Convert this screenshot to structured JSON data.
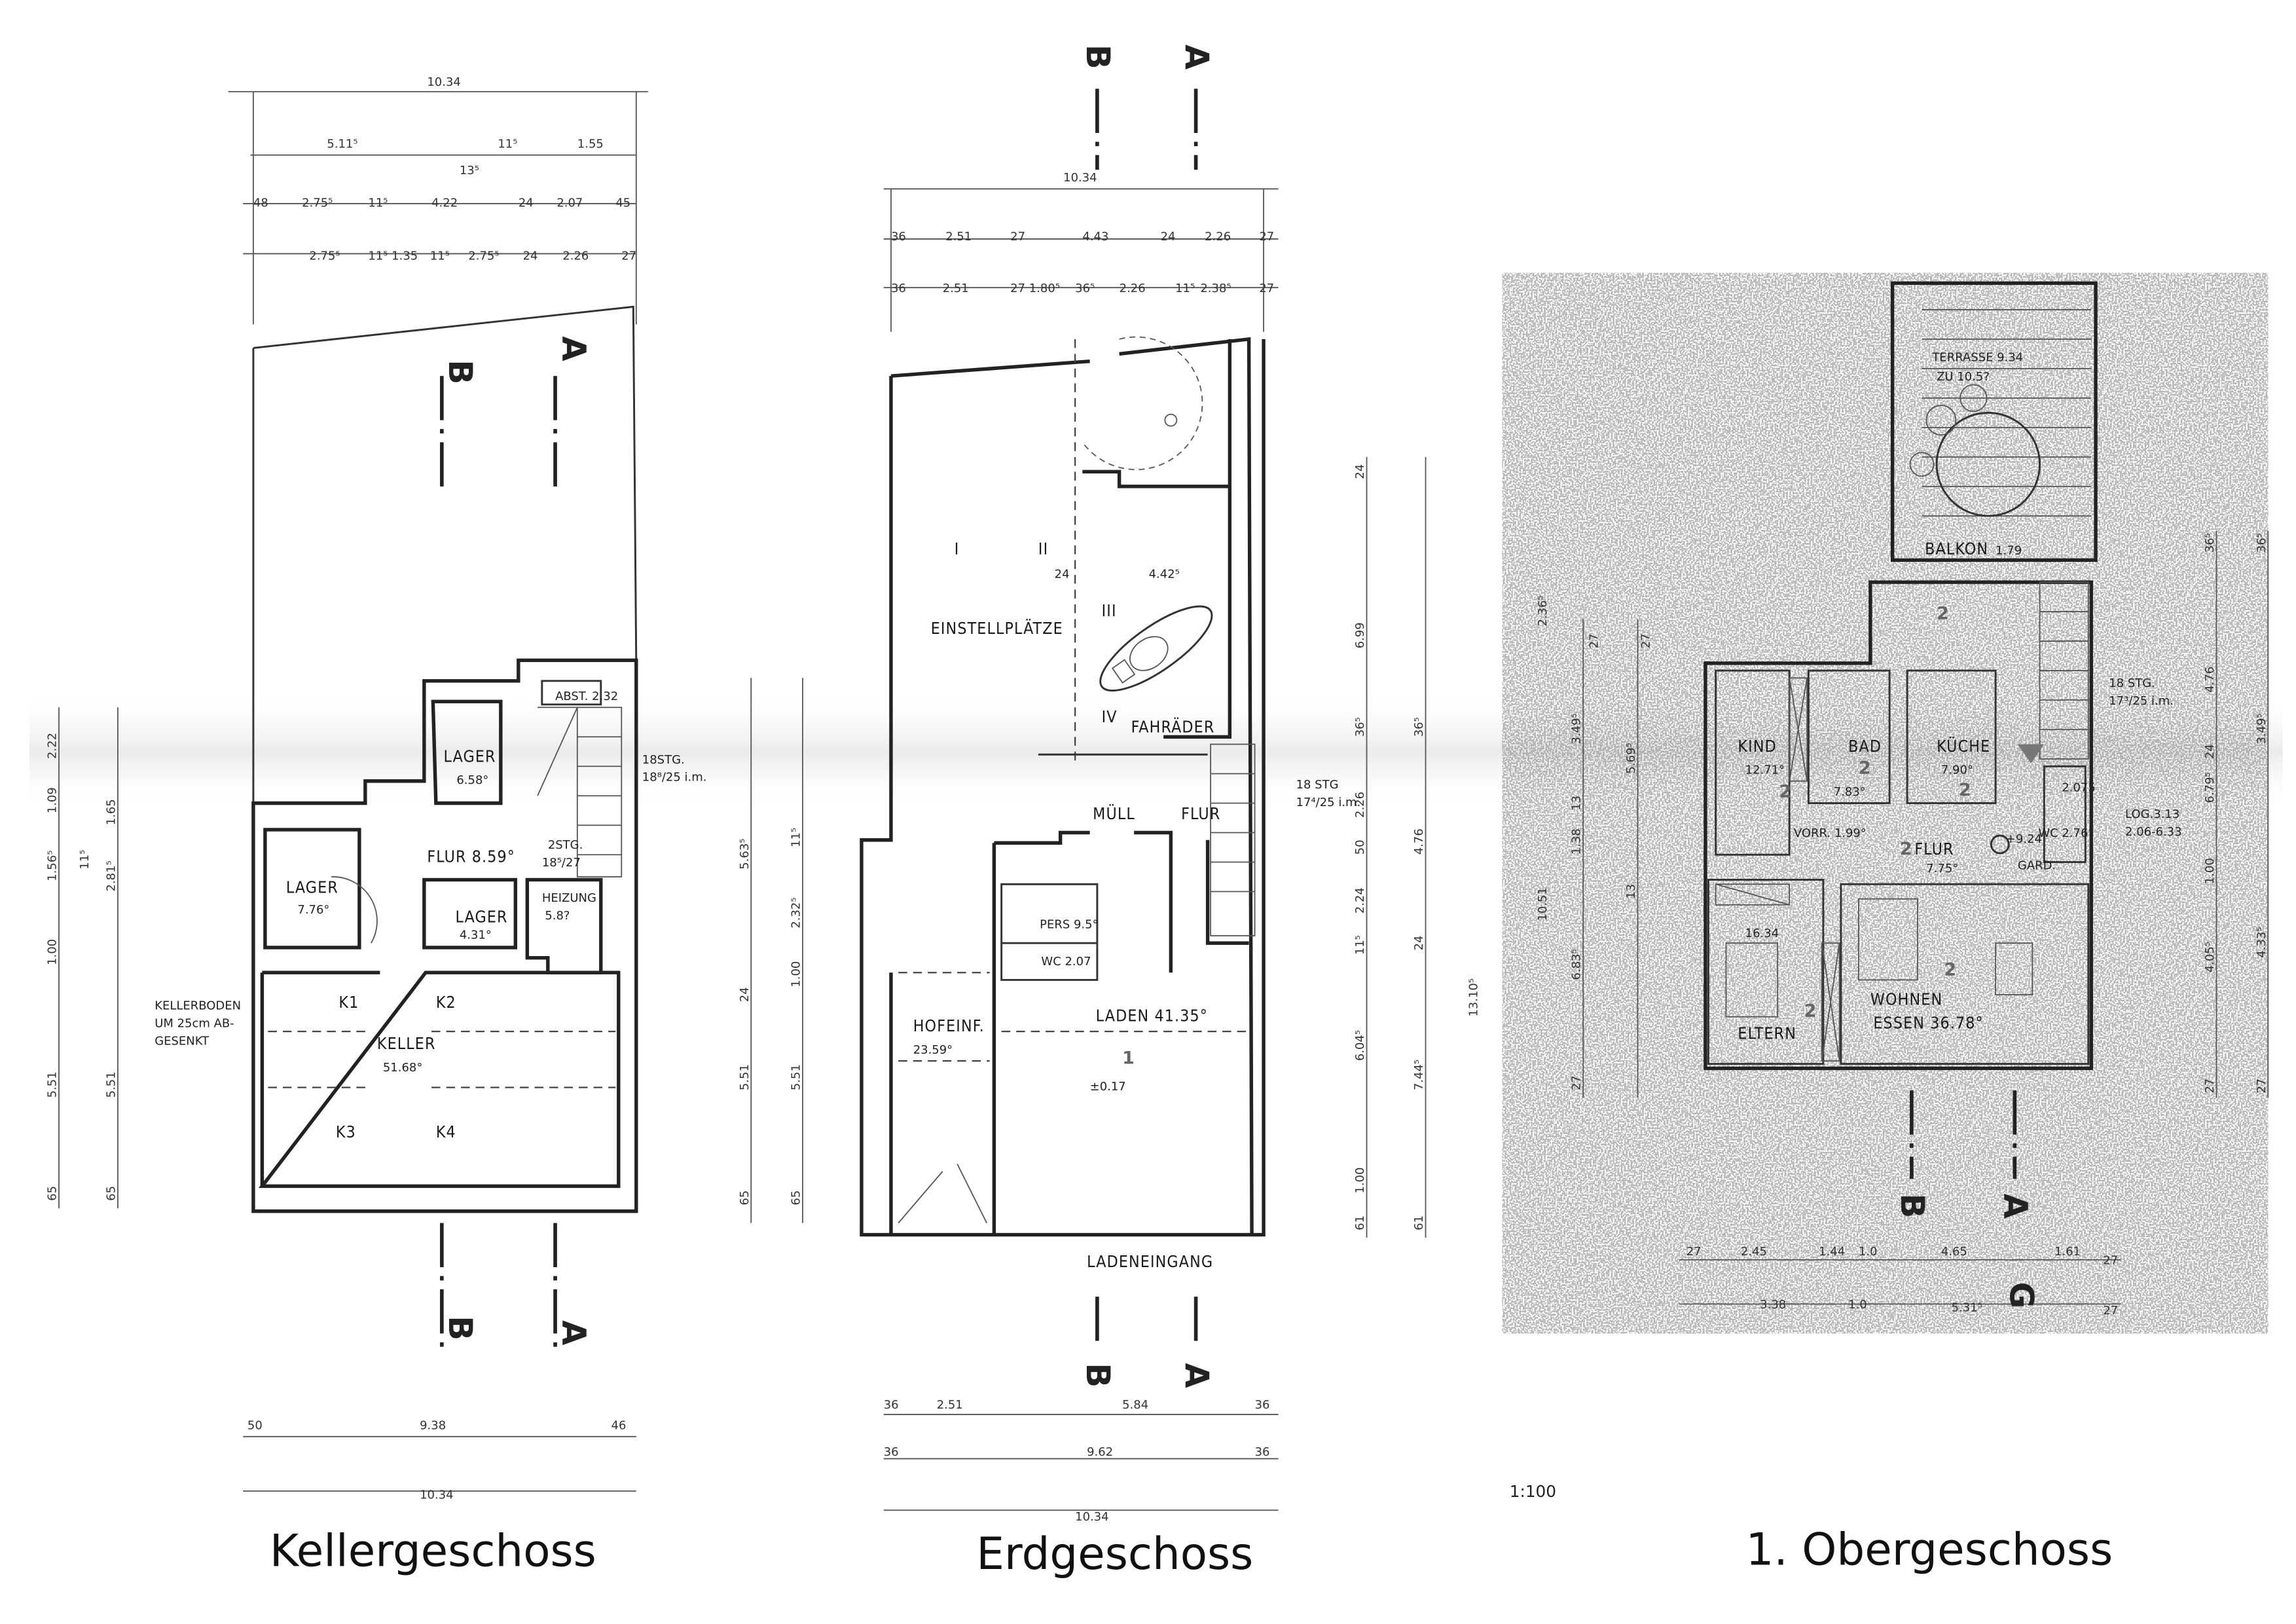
{
  "titles": {
    "keller": "Kellergeschoss",
    "erd": "Erdgeschoss",
    "og": "1. Obergeschoss"
  },
  "scale": "1:100",
  "sections": {
    "a": "A",
    "b": "B",
    "g": "G"
  },
  "keller": {
    "rooms": {
      "lager1": "LAGER",
      "lager1_area": "6.58°",
      "abst": "ABST. 2.32",
      "flur": "FLUR 8.59°",
      "lager2": "LAGER",
      "lager2_area": "7.76°",
      "lager3": "LAGER",
      "lager3_area": "4.31°",
      "heizung": "HEIZUNG",
      "heizung_area": "5.8?",
      "stairs_small": "2STG.",
      "stairs_small_h": "18⁵/27",
      "keller": "KELLER",
      "keller_area": "51.68°",
      "k1": "K1",
      "k2": "K2",
      "k3": "K3",
      "k4": "K4"
    },
    "stairs_note": [
      "18STG.",
      "18⁸/25 i.m."
    ],
    "floor_note": [
      "KELLERBODEN",
      "UM 25cm AB-",
      "GESENKT"
    ],
    "dims_top": [
      "10.34",
      "5.11⁵",
      "11⁵",
      "1.55",
      "13⁵",
      "48",
      "2.75⁵",
      "11⁵",
      "4.22",
      "24",
      "2.07",
      "45",
      "2.75⁵",
      "11⁵ 1.35",
      "11⁵",
      "2.75⁵",
      "24",
      "2.26",
      "27"
    ],
    "dims_bottom": [
      "50",
      "9.38",
      "46",
      "10.34"
    ],
    "dims_left": [
      "2.22",
      "1.65",
      "1.09",
      "11⁵",
      "1.56⁵",
      "2.81⁵",
      "1.00",
      "5.51",
      "5.51",
      "65",
      "65"
    ]
  },
  "erd": {
    "rooms": {
      "einstell": "EINSTELLPLÄTZE",
      "p1": "I",
      "p2": "II",
      "p3": "III",
      "p4": "IV",
      "dim_442": "4.42⁵",
      "dim_24": "24",
      "fahrraeder": "FAHRÄDER",
      "muell": "MÜLL",
      "flur": "FLUR",
      "pers": "PERS 9.5°",
      "wc": "WC 2.07",
      "laden": "LADEN 41.35°",
      "laden_num": "1",
      "level": "±0.17",
      "hofeinf": "HOFEINF.",
      "hofeinf_area": "23.59°",
      "ladeneingang": "LADENEINGANG"
    },
    "stairs_note": [
      "18 STG",
      "17⁴/25 i.m."
    ],
    "dims_top": [
      "10.34",
      "36",
      "2.51",
      "27",
      "4.43",
      "24",
      "2.26",
      "27",
      "36",
      "2.51",
      "27 1.80⁵",
      "36⁵",
      "2.26",
      "11⁵",
      "2.38⁵",
      "27"
    ],
    "dims_bottom": [
      "36",
      "2.51",
      "5.84",
      "36",
      "36",
      "9.62",
      "36",
      "10.34"
    ],
    "dims_right": [
      "24",
      "6.99",
      "36⁵",
      "2.26",
      "50",
      "2.24",
      "11⁵",
      "6.04⁵",
      "1.00",
      "61",
      "36⁵",
      "4.76",
      "24",
      "7.44⁵",
      "61",
      "13.10⁵"
    ],
    "dims_left": [
      "5.63⁵",
      "11⁵",
      "2.32⁵",
      "24",
      "1.00",
      "5.51",
      "5.51",
      "65",
      "65"
    ]
  },
  "og": {
    "rooms": {
      "terrasse": "TERRASSE 9.34",
      "terrasse2": "ZU 10.5?",
      "balkon": "BALKON",
      "balkon_area": "1.79",
      "kind": "KIND",
      "kind_area": "12.71°",
      "bad": "BAD",
      "bad_area": "7.83°",
      "kueche": "KÜCHE",
      "kueche_area": "7.90°",
      "vorr": "VORR. 1.99°",
      "flur": "FLUR",
      "flur_area": "7.75°",
      "level": "+9.24",
      "wc": "WC 2.76°",
      "wc_area2": "2.075",
      "gard": "GARD.",
      "eltern": "ELTERN",
      "eltern_area": "16.34",
      "wohnen": "WOHNEN",
      "essen": "ESSEN 36.78°",
      "two": "2"
    },
    "stairs_note": [
      "18 STG.",
      "17³/25 i.m."
    ],
    "loggia_note": [
      "LOG.3.13",
      "2.06-6.33"
    ],
    "dims_bottom": [
      "27",
      "2.45",
      "1.44",
      "1.0",
      "4.65",
      "1.61",
      "27",
      "3.38",
      "1.0",
      "5.31⁵",
      "27"
    ],
    "dims_left": [
      "2.36⁵",
      "27",
      "3.49⁵",
      "27",
      "5.69⁵",
      "13",
      "1.38",
      "10.51",
      "13",
      "6.83⁵",
      "27"
    ],
    "dims_right": [
      "36⁵",
      "36⁵",
      "4.76",
      "3.49⁵",
      "24",
      "6.79⁵",
      "1.00",
      "4.05⁵",
      "4.33⁵",
      "27",
      "27"
    ]
  }
}
